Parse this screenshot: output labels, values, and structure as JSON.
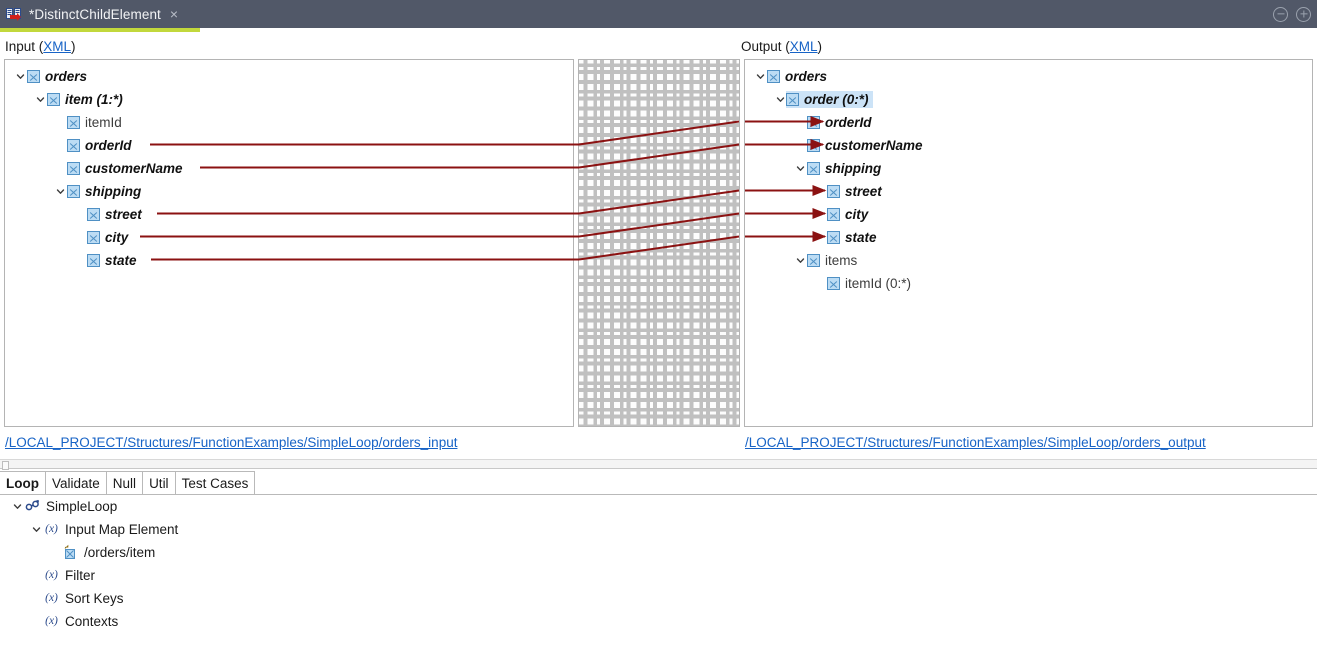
{
  "window": {
    "tab": {
      "title": "*DistinctChildElement",
      "icon": "map-editor-icon",
      "close": "×"
    },
    "controls": {
      "minimize": "minimize-icon",
      "maximize": "maximize-icon"
    },
    "accent": "#c2d83c",
    "titlebar_bg": "#515868"
  },
  "panels": {
    "input": {
      "label": "Input (",
      "link": "XML",
      "label_close": ")",
      "path": "/LOCAL_PROJECT/Structures/FunctionExamples/SimpleLoop/orders_input"
    },
    "output": {
      "label": "Output (",
      "link": "XML",
      "label_close": ")",
      "path": "/LOCAL_PROJECT/Structures/FunctionExamples/SimpleLoop/orders_output"
    }
  },
  "input_tree": [
    {
      "label": "orders",
      "indent": 0,
      "expanded": true,
      "style": "mapped",
      "checkbox": true
    },
    {
      "label": "item (1:*)",
      "indent": 1,
      "expanded": true,
      "style": "mapped",
      "checkbox": true
    },
    {
      "label": "itemId",
      "indent": 2,
      "expanded": null,
      "style": "plain",
      "checkbox": true
    },
    {
      "label": "orderId",
      "indent": 2,
      "expanded": null,
      "style": "mapped",
      "checkbox": true
    },
    {
      "label": "customerName",
      "indent": 2,
      "expanded": null,
      "style": "mapped",
      "checkbox": true
    },
    {
      "label": "shipping",
      "indent": 2,
      "expanded": true,
      "style": "mapped",
      "checkbox": true
    },
    {
      "label": "street",
      "indent": 3,
      "expanded": null,
      "style": "mapped",
      "checkbox": true
    },
    {
      "label": "city",
      "indent": 3,
      "expanded": null,
      "style": "mapped",
      "checkbox": true
    },
    {
      "label": "state",
      "indent": 3,
      "expanded": null,
      "style": "mapped",
      "checkbox": true
    }
  ],
  "output_tree": [
    {
      "label": "orders",
      "indent": 0,
      "expanded": true,
      "style": "mapped",
      "checkbox": true,
      "selected": false
    },
    {
      "label": "order (0:*)",
      "indent": 1,
      "expanded": true,
      "style": "mapped",
      "checkbox": true,
      "selected": true
    },
    {
      "label": "orderId",
      "indent": 2,
      "expanded": null,
      "style": "mapped",
      "checkbox": true,
      "selected": false
    },
    {
      "label": "customerName",
      "indent": 2,
      "expanded": null,
      "style": "mapped",
      "checkbox": true,
      "selected": false
    },
    {
      "label": "shipping",
      "indent": 2,
      "expanded": true,
      "style": "mapped",
      "checkbox": true,
      "selected": false
    },
    {
      "label": "street",
      "indent": 3,
      "expanded": null,
      "style": "mapped",
      "checkbox": true,
      "selected": false
    },
    {
      "label": "city",
      "indent": 3,
      "expanded": null,
      "style": "mapped",
      "checkbox": true,
      "selected": false
    },
    {
      "label": "state",
      "indent": 3,
      "expanded": null,
      "style": "mapped",
      "checkbox": true,
      "selected": false
    },
    {
      "label": "items",
      "indent": 2,
      "expanded": true,
      "style": "plain",
      "checkbox": true,
      "selected": false
    },
    {
      "label": "itemId (0:*)",
      "indent": 3,
      "expanded": null,
      "style": "plain",
      "checkbox": true,
      "selected": false
    }
  ],
  "mappings": {
    "line_color": "#8b1212",
    "links": [
      {
        "from": "orderId",
        "to": "orderId"
      },
      {
        "from": "customerName",
        "to": "customerName"
      },
      {
        "from": "street",
        "to": "street"
      },
      {
        "from": "city",
        "to": "city"
      },
      {
        "from": "state",
        "to": "state"
      }
    ]
  },
  "bottom": {
    "tabs": [
      {
        "label": "Loop",
        "active": true
      },
      {
        "label": "Validate",
        "active": false
      },
      {
        "label": "Null",
        "active": false
      },
      {
        "label": "Util",
        "active": false
      },
      {
        "label": "Test Cases",
        "active": false
      }
    ],
    "tree": [
      {
        "label": "SimpleLoop",
        "indent": 0,
        "expanded": true,
        "icon": "loop-icon"
      },
      {
        "label": "Input Map Element",
        "indent": 1,
        "expanded": true,
        "icon": "fx-icon"
      },
      {
        "label": "/orders/item",
        "indent": 2,
        "expanded": null,
        "icon": "element-ref-icon"
      },
      {
        "label": "Filter",
        "indent": 1,
        "expanded": null,
        "icon": "fx-icon"
      },
      {
        "label": "Sort Keys",
        "indent": 1,
        "expanded": null,
        "icon": "fx-icon"
      },
      {
        "label": "Contexts",
        "indent": 1,
        "expanded": null,
        "icon": "fx-icon"
      }
    ]
  }
}
